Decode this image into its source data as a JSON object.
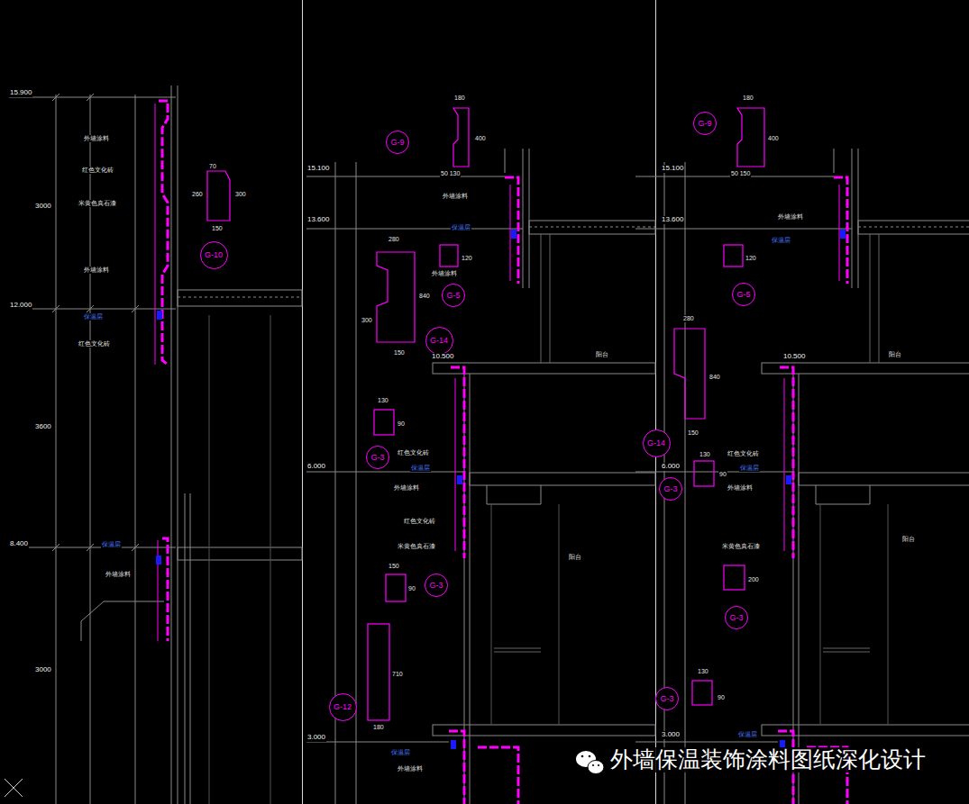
{
  "diagram": {
    "nodes": [
      {
        "text": [
          "G-10"
        ]
      },
      {
        "text": [
          "G-9"
        ]
      },
      {
        "text": [
          "G-5"
        ]
      },
      {
        "text": [
          "G-14"
        ]
      },
      {
        "text": [
          "G-3"
        ]
      },
      {
        "text": [
          "G-3"
        ]
      },
      {
        "text": [
          "G-12"
        ]
      },
      {
        "text": [
          "G-9"
        ]
      },
      {
        "text": [
          "G-5"
        ]
      },
      {
        "text": [
          "G-14"
        ]
      },
      {
        "text": [
          "G-3"
        ]
      },
      {
        "text": [
          "G-3"
        ]
      },
      {
        "text": [
          "G-3"
        ]
      }
    ],
    "labels": [
      "15.900",
      "12.000",
      "8.400",
      "3000",
      "3600",
      "3000",
      "外墙涂料",
      "红色文化砖",
      "米黄色真石漆",
      "外墙涂料",
      "保温层",
      "红色文化砖",
      "保温层",
      "外墙涂料",
      "70",
      "150",
      "260",
      "300",
      "15.100",
      "13.600",
      "10.500",
      "6.000",
      "3.000",
      "180",
      "400",
      "50 130",
      "280",
      "840",
      "300",
      "150",
      "120",
      "130",
      "90",
      "150",
      "90",
      "710",
      "180",
      "外墙涂料",
      "保温层",
      "外墙涂料",
      "红色文化砖",
      "保温层",
      "外墙涂料",
      "红色文化砖",
      "米黄色真石漆",
      "保温层",
      "外墙涂料",
      "阳台",
      "阳台",
      "15.100",
      "13.600",
      "10.500",
      "6.000",
      "3.000",
      "180",
      "400",
      "50 150",
      "280",
      "840",
      "150",
      "130",
      "90",
      "120",
      "200",
      "130",
      "90",
      "外墙涂料",
      "保温层",
      "红色文化砖",
      "保温层",
      "外墙涂料",
      "米黄色真石漆",
      "保温层",
      "阳台",
      "阳台",
      "外墙保温装饰涂料图纸深化设计"
    ]
  }
}
